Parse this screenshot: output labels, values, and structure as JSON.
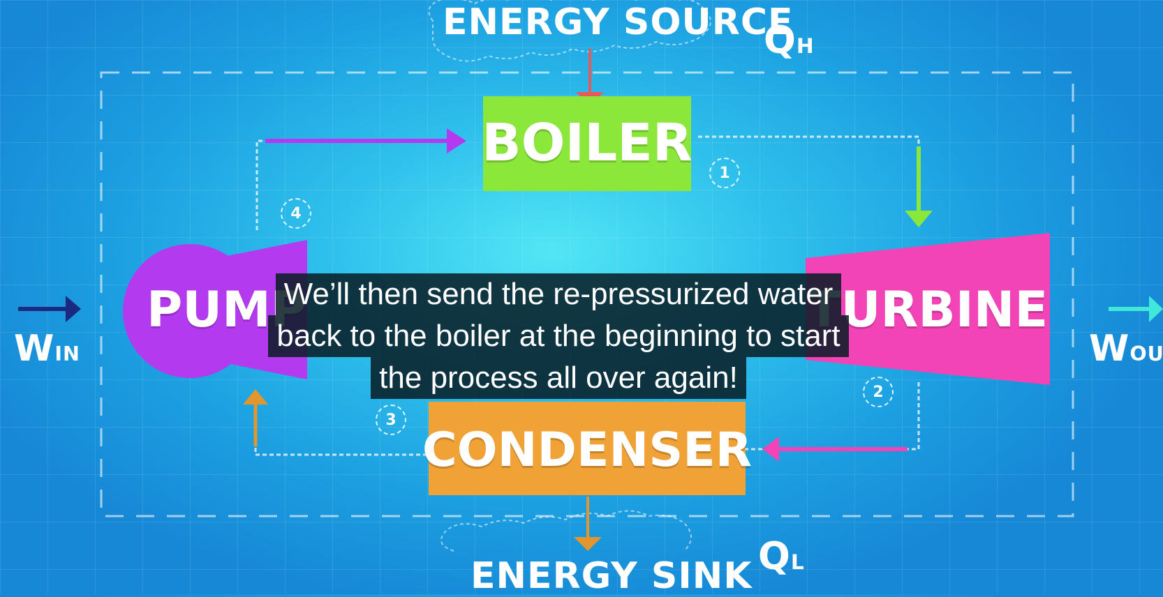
{
  "diagram": {
    "energy_source": "ENERGY SOURCE",
    "energy_sink": "ENERGY SINK",
    "q_high": {
      "main": "Q",
      "sub": "H"
    },
    "q_low": {
      "main": "Q",
      "sub": "L"
    },
    "w_in": {
      "main": "W",
      "sub": "IN"
    },
    "w_out": {
      "main": "W",
      "sub": "OUT"
    },
    "boiler": "BOILER",
    "turbine": "TURBINE",
    "condenser": "CONDENSER",
    "pump": "PUMP",
    "states": [
      "1",
      "2",
      "3",
      "4"
    ],
    "colors": {
      "boiler": "#8be83a",
      "turbine": "#f244b6",
      "condenser": "#f1a236",
      "pump": "#b43af0",
      "background": "#2fc1ec"
    }
  },
  "subtitles": {
    "lines": [
      "We’ll then send the re-pressurized water",
      "back to the boiler at the beginning to start",
      "the process all over again!"
    ]
  }
}
